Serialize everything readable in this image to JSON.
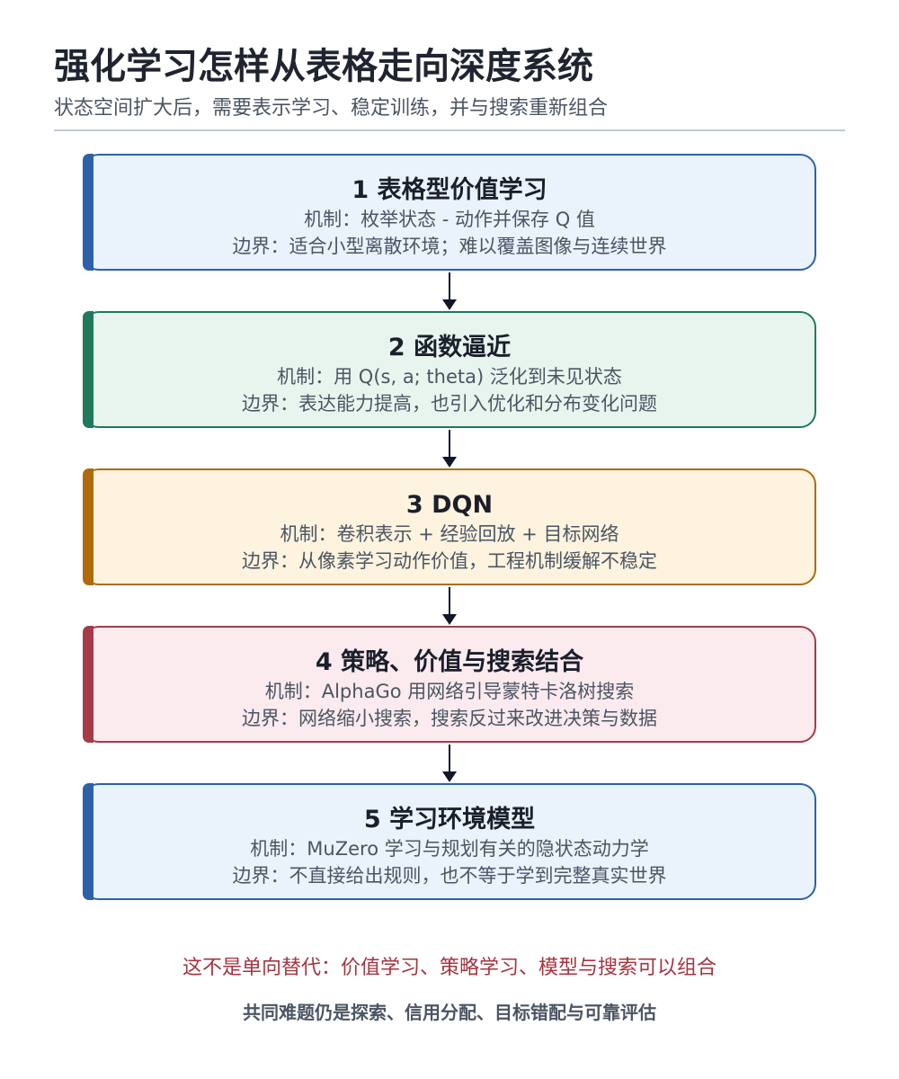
{
  "header": {
    "title": "强化学习怎样从表格走向深度系统",
    "subtitle": "状态空间扩大后，需要表示学习、稳定训练，并与搜索重新组合"
  },
  "cards": [
    {
      "title": "1 表格型价值学习",
      "mechanism": "机制：枚举状态 - 动作并保存 Q 值",
      "boundary": "边界：适合小型离散环境；难以覆盖图像与连续世界",
      "accent": "#2d62a8",
      "fill": "#eaf2fc",
      "border": "#2d62a8"
    },
    {
      "title": "2 函数逼近",
      "mechanism": "机制：用 Q(s, a; theta) 泛化到未见状态",
      "boundary": "边界：表达能力提高，也引入优化和分布变化问题",
      "accent": "#1f7a5a",
      "fill": "#e8f5ee",
      "border": "#1f7a5a"
    },
    {
      "title": "3 DQN",
      "mechanism": "机制：卷积表示 + 经验回放 + 目标网络",
      "boundary": "边界：从像素学习动作价值，工程机制缓解不稳定",
      "accent": "#b06a0c",
      "fill": "#fdf3df",
      "border": "#b06a0c"
    },
    {
      "title": "4 策略、价值与搜索结合",
      "mechanism": "机制：AlphaGo 用网络引导蒙特卡洛树搜索",
      "boundary": "边界：网络缩小搜索，搜索反过来改进决策与数据",
      "accent": "#a63a47",
      "fill": "#fbeaee",
      "border": "#a63a47"
    },
    {
      "title": "5 学习环境模型",
      "mechanism": "机制：MuZero 学习与规划有关的隐状态动力学",
      "boundary": "边界：不直接给出规则，也不等于学到完整真实世界",
      "accent": "#2d62a8",
      "fill": "#eaf2fc",
      "border": "#2d62a8"
    }
  ],
  "footer": {
    "note": "这不是单向替代：价值学习、策略学习、模型与搜索可以组合",
    "summary": "共同难题仍是探索、信用分配、目标错配与可靠评估"
  }
}
